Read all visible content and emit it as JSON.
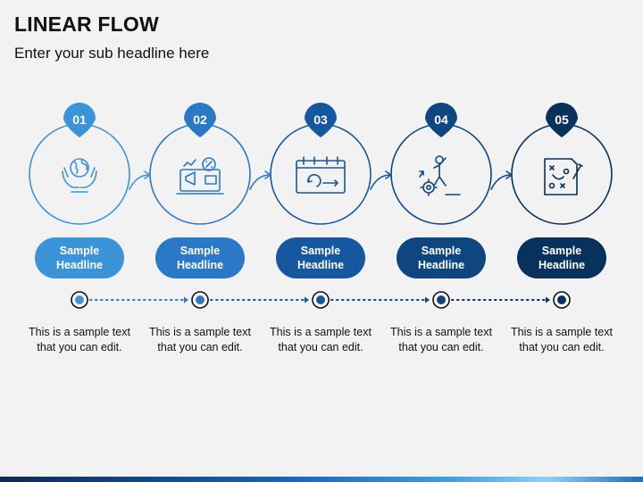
{
  "title": "LINEAR FLOW",
  "subtitle": "Enter your sub headline here",
  "colors": [
    "#3b93d8",
    "#2a78c8",
    "#15589f",
    "#0e4680",
    "#08315c"
  ],
  "steps": [
    {
      "number": "01",
      "icon": "globe-in-hands-icon",
      "headline": "Sample Headline",
      "text": "This is a sample text that you can edit."
    },
    {
      "number": "02",
      "icon": "marketing-megaphone-icon",
      "headline": "Sample Headline",
      "text": "This is a sample text that you can edit."
    },
    {
      "number": "03",
      "icon": "calendar-cycle-icon",
      "headline": "Sample Headline",
      "text": "This is a sample text that you can edit."
    },
    {
      "number": "04",
      "icon": "person-gear-success-icon",
      "headline": "Sample Headline",
      "text": "This is a sample text that you can edit."
    },
    {
      "number": "05",
      "icon": "strategy-plan-icon",
      "headline": "Sample Headline",
      "text": "This is a sample text that you can edit."
    }
  ]
}
